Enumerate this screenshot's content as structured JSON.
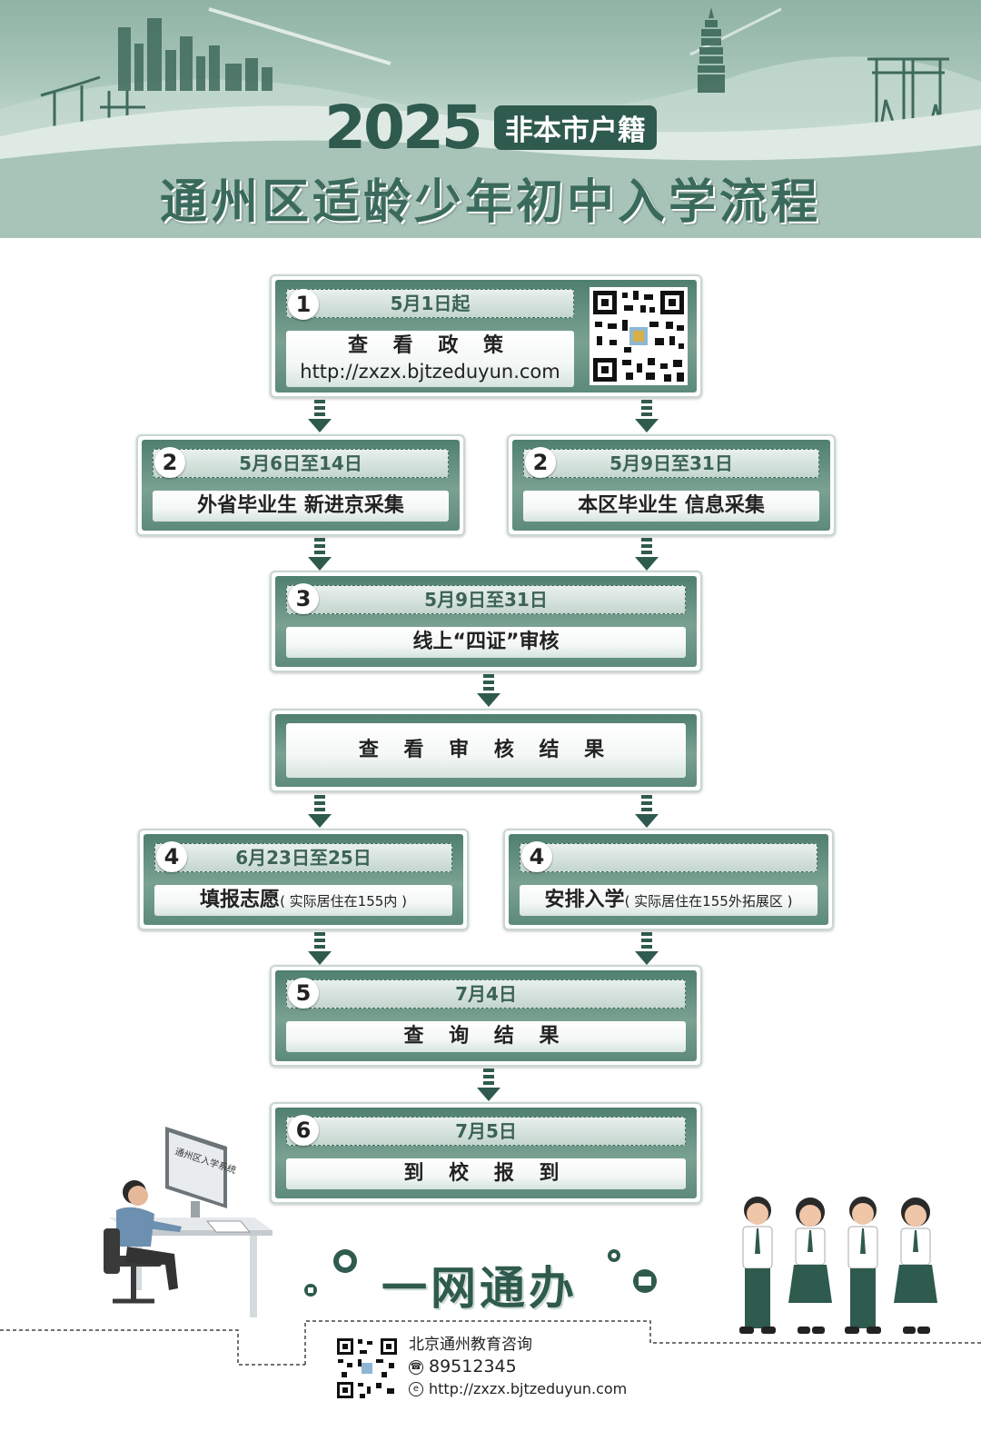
{
  "header": {
    "year": "2025",
    "badge": "非本市户籍",
    "title": "通州区适龄少年初中入学流程"
  },
  "colors": {
    "primary": "#2f5a4e",
    "box": "#6a9686",
    "accent_light": "#e9f0ed"
  },
  "steps": [
    {
      "num": "1",
      "date": "5月1日起",
      "label": "查 看 政 策",
      "url": "http://zxzx.bjtzeduyun.com"
    },
    {
      "num": "2",
      "date": "5月6日至14日",
      "label": "外省毕业生 新进京采集"
    },
    {
      "num": "2",
      "date": "5月9日至31日",
      "label": "本区毕业生 信息采集"
    },
    {
      "num": "3",
      "date": "5月9日至31日",
      "label": "线上“四证”审核"
    },
    {
      "label": "查 看 审 核 结 果"
    },
    {
      "num": "4",
      "date": "6月23日至25日",
      "label": "填报志愿",
      "note": "( 实际居住在155内 )"
    },
    {
      "num": "4",
      "date": "",
      "label": "安排入学",
      "note": "( 实际居住在155外拓展区 )"
    },
    {
      "num": "5",
      "date": "7月4日",
      "label": "查 询 结 果"
    },
    {
      "num": "6",
      "date": "7月5日",
      "label": "到 校 报 到"
    }
  ],
  "computer_screen_text": "通州区入学系统",
  "slogan": "一网通办",
  "footer": {
    "org": "北京通州教育咨询",
    "phone": "89512345",
    "url": "http://zxzx.bjtzeduyun.com"
  },
  "icons": [
    "qr-code-icon",
    "phone-icon",
    "web-icon",
    "down-arrow-icon"
  ]
}
